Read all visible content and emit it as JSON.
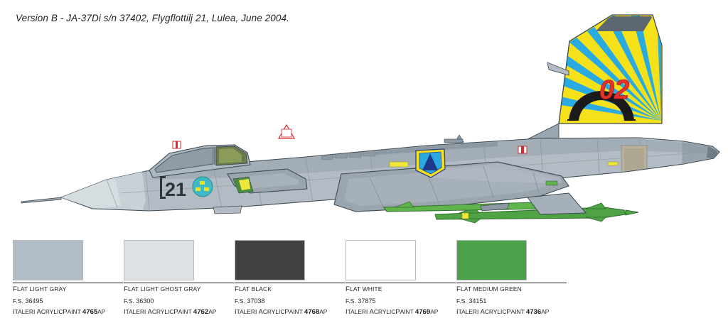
{
  "caption": "Version B - JA-37Di s/n 37402, Flygflottilj 21, Lulea, June 2004.",
  "aircraft": {
    "tail_code": "02",
    "nose_number": "21",
    "roundel": "swedish-three-crowns",
    "fin_flash_colors": [
      "#f5e11a",
      "#29abe2"
    ],
    "body_color_light": "#b3bcc4",
    "body_color_mid": "#9aa5ae",
    "body_color_dark": "#7d8a94",
    "missile_color": "#4fa345",
    "canopy_color": "#8d99a3",
    "tail_code_color": "#e8312a"
  },
  "paints": [
    {
      "name_first": "F",
      "name_rest": "LAT LIGHT GRAY",
      "color": "#b1bcc6",
      "fs_label": "F.S.",
      "fs_code": "36495",
      "brand_first": "I",
      "brand_rest": "TALERI ",
      "brand2_first": "A",
      "brand2_rest": "CRYLIC",
      "brand3_first": "P",
      "brand3_rest": "AINT",
      "code_num": "4765",
      "code_suffix": "AP"
    },
    {
      "name_first": "F",
      "name_rest": "LAT LIGHT GHOST GRAY",
      "color": "#dfe2e4",
      "fs_label": "F.S.",
      "fs_code": "36300",
      "brand_first": "I",
      "brand_rest": "TALERI ",
      "brand2_first": "A",
      "brand2_rest": "CRYLIC",
      "brand3_first": "P",
      "brand3_rest": "AINT",
      "code_num": "4762",
      "code_suffix": "AP"
    },
    {
      "name_first": "F",
      "name_rest": "LAT BLACK",
      "color": "#414142",
      "fs_label": "F.S.",
      "fs_code": "37038",
      "brand_first": "I",
      "brand_rest": "TALERI ",
      "brand2_first": "A",
      "brand2_rest": "CRYLIC",
      "brand3_first": "P",
      "brand3_rest": "AINT",
      "code_num": "4768",
      "code_suffix": "AP"
    },
    {
      "name_first": "F",
      "name_rest": "LAT WHITE",
      "color": "#ffffff",
      "fs_label": "F.S.",
      "fs_code": "37875",
      "brand_first": "I",
      "brand_rest": "TALERI ",
      "brand2_first": "A",
      "brand2_rest": "CRYLIC",
      "brand3_first": "P",
      "brand3_rest": "AINT",
      "code_num": "4769",
      "code_suffix": "AP"
    },
    {
      "name_first": "F",
      "name_rest": "LAT MEDIUM GREEN",
      "color": "#4ba14a",
      "fs_label": "F.S.",
      "fs_code": "34151",
      "brand_first": "I",
      "brand_rest": "TALERI ",
      "brand2_first": "A",
      "brand2_rest": "CRYLIC",
      "brand3_first": "P",
      "brand3_rest": "AINT",
      "code_num": "4736",
      "code_suffix": "AP"
    }
  ]
}
